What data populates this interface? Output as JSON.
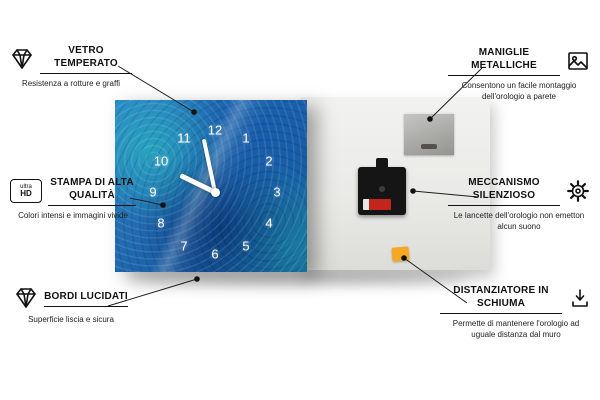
{
  "callouts": {
    "left": [
      {
        "title": "VETRO TEMPERATO",
        "description": "Resistenza a rotture e graffi",
        "icon": "gem-icon"
      },
      {
        "title": "STAMPA DI ALTA QUALITÀ",
        "description": "Colori intensi e immagini vivide",
        "icon": "ultra-hd-icon"
      },
      {
        "title": "BORDI LUCIDATI",
        "description": "Superficie liscia e sicura",
        "icon": "gem-icon"
      }
    ],
    "right": [
      {
        "title": "MANIGLIE METALLICHE",
        "description": "Consentono un facile montaggio dell'orologio a parete",
        "icon": "picture-frame-icon"
      },
      {
        "title": "MECCANISMO SILENZIOSO",
        "description": "Le lancette dell'orologio non emetton alcun suono",
        "icon": "gear-icon"
      },
      {
        "title": "DISTANZIATORE IN SCHIUMA",
        "description": "Permette di mantenere l'orologio ad uguale distanza dal muro",
        "icon": "down-arrow-spacer-icon"
      }
    ]
  },
  "ultra_hd_badge": {
    "line1": "ultra",
    "line2": "HD"
  },
  "clock": {
    "numbers": [
      "1",
      "2",
      "3",
      "4",
      "5",
      "6",
      "7",
      "8",
      "9",
      "10",
      "11",
      "12"
    ]
  },
  "colors": {
    "face_blue": "#1d63ab",
    "back_panel": "#e9e9e6",
    "spacer_orange": "#f7a823",
    "battery_red": "#c3241c",
    "connector_line": "#1d1d1d"
  }
}
